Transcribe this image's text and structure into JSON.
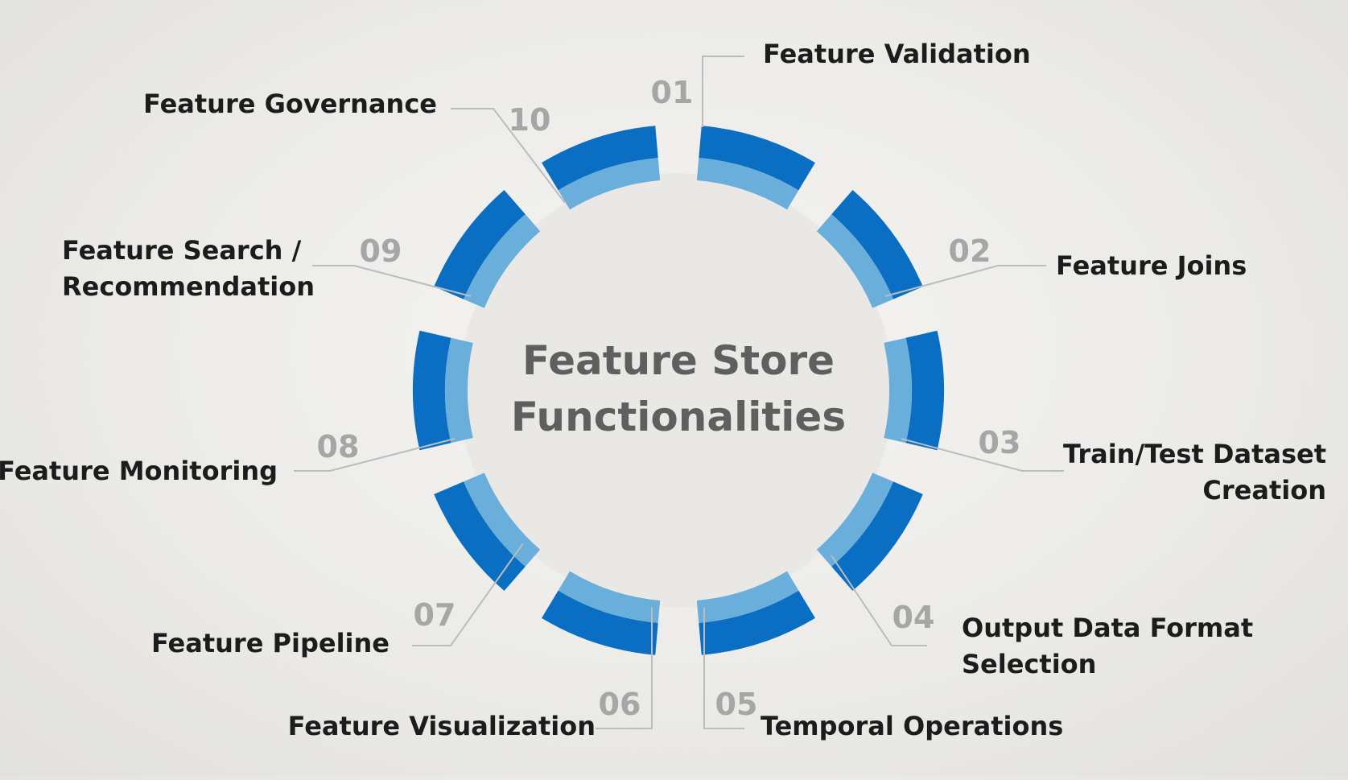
{
  "center": {
    "line1": "Feature Store",
    "line2": "Functionalities"
  },
  "colors": {
    "outer_ring": "#0a6fc2",
    "inner_ring": "#6aaedb",
    "center_fill": "#e9e8e5",
    "leader": "#bcbcbc",
    "number": "#a6a6a6",
    "label": "#1c1c1c",
    "title": "#5f5f5f"
  },
  "items": [
    {
      "num": "01",
      "label_lines": [
        "Feature Validation"
      ]
    },
    {
      "num": "02",
      "label_lines": [
        "Feature Joins"
      ]
    },
    {
      "num": "03",
      "label_lines": [
        "Train/Test Dataset",
        "Creation"
      ]
    },
    {
      "num": "04",
      "label_lines": [
        "Output Data Format",
        "Selection"
      ]
    },
    {
      "num": "05",
      "label_lines": [
        "Temporal Operations"
      ]
    },
    {
      "num": "06",
      "label_lines": [
        "Feature Visualization"
      ]
    },
    {
      "num": "07",
      "label_lines": [
        "Feature Pipeline"
      ]
    },
    {
      "num": "08",
      "label_lines": [
        "Feature Monitoring"
      ]
    },
    {
      "num": "09",
      "label_lines": [
        "Feature Search /",
        "Recommendation"
      ]
    },
    {
      "num": "10",
      "label_lines": [
        "Feature Governance"
      ]
    }
  ]
}
